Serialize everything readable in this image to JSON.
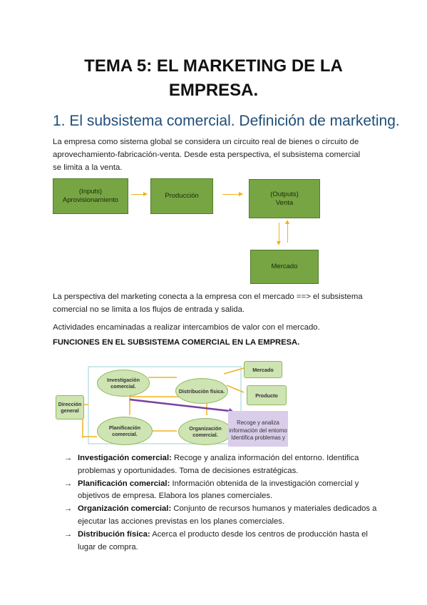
{
  "title_line1": "TEMA 5: EL MARKETING DE LA",
  "title_line2": "EMPRESA.",
  "section_heading": "1. El subsistema comercial. Definición de marketing.",
  "intro": [
    "La empresa como sistema global se considera un circuito real de bienes o circuito de",
    "aprovechamiento-fabricación-venta. Desde esta perspectiva, el subsistema comercial",
    "se limita a la venta."
  ],
  "flow": {
    "box1": "(Inputs) Aprovisionamiento",
    "box2": "Producción",
    "box3_line1": "(Outputs)",
    "box3_line2": "Venta",
    "box4": "Mercado"
  },
  "para2": [
    "La perspectiva del marketing conecta a la empresa con el mercado ==> el subsistema",
    "comercial no se limita a los flujos de entrada y salida."
  ],
  "para3": "Actividades encaminadas a realizar intercambios de valor con el mercado.",
  "funciones_heading": "FUNCIONES EN EL SUBSISTEMA COMERCIAL EN LA EMPRESA.",
  "diagram": {
    "direccion": "Dirección general",
    "investigacion": "Investigación comercial.",
    "distribucion": "Distribución física.",
    "planificacion": "Planificación comercial.",
    "organizacion": "Organización comercial.",
    "mercado": "Mercado",
    "producto": "Producto",
    "callout_line1": "Recoge y analiza",
    "callout_line2": "información del entorno",
    "callout_line3": "Identifica problemas y"
  },
  "list": [
    {
      "arrow": "→",
      "term": "Investigación comercial:",
      "text": " Recoge y analiza información del entorno. Identifica problemas y oportunidades. Toma de decisiones estratégicas."
    },
    {
      "arrow": "→",
      "term": "Planificación comercial:",
      "text": " Información obtenida de la investigación comercial y objetivos de empresa. Elabora los planes comerciales."
    },
    {
      "arrow": "→",
      "term": "Organización comercial:",
      "text": " Conjunto de recursos humanos y materiales dedicados a ejecutar las acciones previstas en los planes comerciales."
    },
    {
      "arrow": "→",
      "term": "Distribución física:",
      "text": " Acerca el producto desde los centros de producción hasta el lugar de compra."
    }
  ]
}
